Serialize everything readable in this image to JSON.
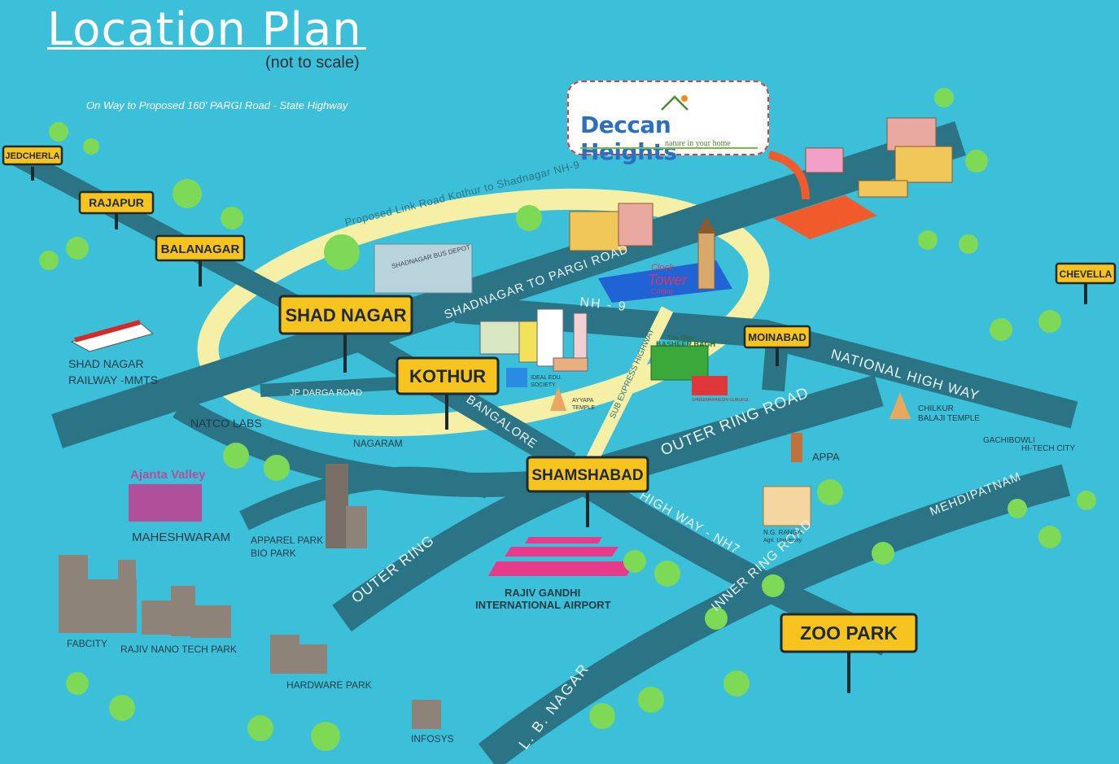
{
  "header": {
    "title": "Location Plan",
    "subtitle": "(not to scale)",
    "note": "On Way to Proposed 160' PARGI Road - State Highway"
  },
  "logo": {
    "name": "Deccan Heights",
    "tagline": "nature in your home"
  },
  "signs": {
    "jedcherla": "JEDCHERLA",
    "rajapur": "RAJAPUR",
    "balanagar": "BALANAGAR",
    "shadnagar": "SHAD NAGAR",
    "kothur": "KOTHUR",
    "moinabad": "MOINABAD",
    "chevella": "CHEVELLA",
    "shamshabad": "SHAMSHABAD",
    "zoo_park": "ZOO PARK"
  },
  "roads": {
    "link_road": "Proposed Link Road Kothur to Shadnagar NH-9",
    "pargi_road": "SHADNAGAR TO PARGI ROAD",
    "nh9": "NH - 9",
    "sub_express": "SUB EXPRESS HIGHWAY",
    "national_highway": "NATIONAL HIGH WAY",
    "jp_darga": "JP DARGA ROAD",
    "bangalore": "BANGALORE",
    "outer_ring_road": "OUTER RING ROAD",
    "outer_ring": "OUTER RING",
    "highway_nh7": "HIGH WAY - NH7",
    "inner_ring_road": "INNER RING ROAD",
    "mehdipatnam": "MEHDIPATNAM",
    "lb_nagar": "L. B. NAGAR"
  },
  "places": {
    "railway_1": "SHAD NAGAR",
    "railway_2": "RAILWAY -MMTS",
    "natco": "NATCO LABS",
    "nagaram": "NAGARAM",
    "ajanta": "Ajanta Valley",
    "maheshwaram": "MAHESHWARAM",
    "apparel_1": "APPAREL PARK",
    "apparel_2": "BIO PARK",
    "fabcity": "FABCITY",
    "nano": "RAJIV NANO TECH PARK",
    "hardware": "HARDWARE PARK",
    "infosys": "INFOSYS",
    "airport_1": "RAJIV GANDHI",
    "airport_2": "INTERNATIONAL AIRPORT",
    "bus_depot": "SHADNAGAR BUS DEPOT",
    "clock_1": "Clock",
    "clock_2": "Tower",
    "clock_3": "Colony",
    "basheer_1": "The New",
    "basheer_2": "BASHEER BAGH",
    "ideal_1": "IDEAL EDU.",
    "ideal_2": "SOCIETY",
    "ayyapa_1": "AYYAPA",
    "ayyapa_2": "TEMPLE",
    "gurukul": "SHREEMAHARISHI GURUKUL",
    "chilkur_1": "CHILKUR",
    "chilkur_2": "BALAJI TEMPLE",
    "appa": "APPA",
    "gachibowli_1": "GACHIBOWLI",
    "gachibowli_2": "HI-TECH CITY",
    "ngranga_1": "N.G. RANGA",
    "ngranga_2": "Agri. University"
  },
  "colors": {
    "background": "#3cc0d9",
    "road": "#2a7486",
    "sign": "#f7c31e",
    "ring": "#f6f0a6",
    "site": "#f15a2b"
  }
}
